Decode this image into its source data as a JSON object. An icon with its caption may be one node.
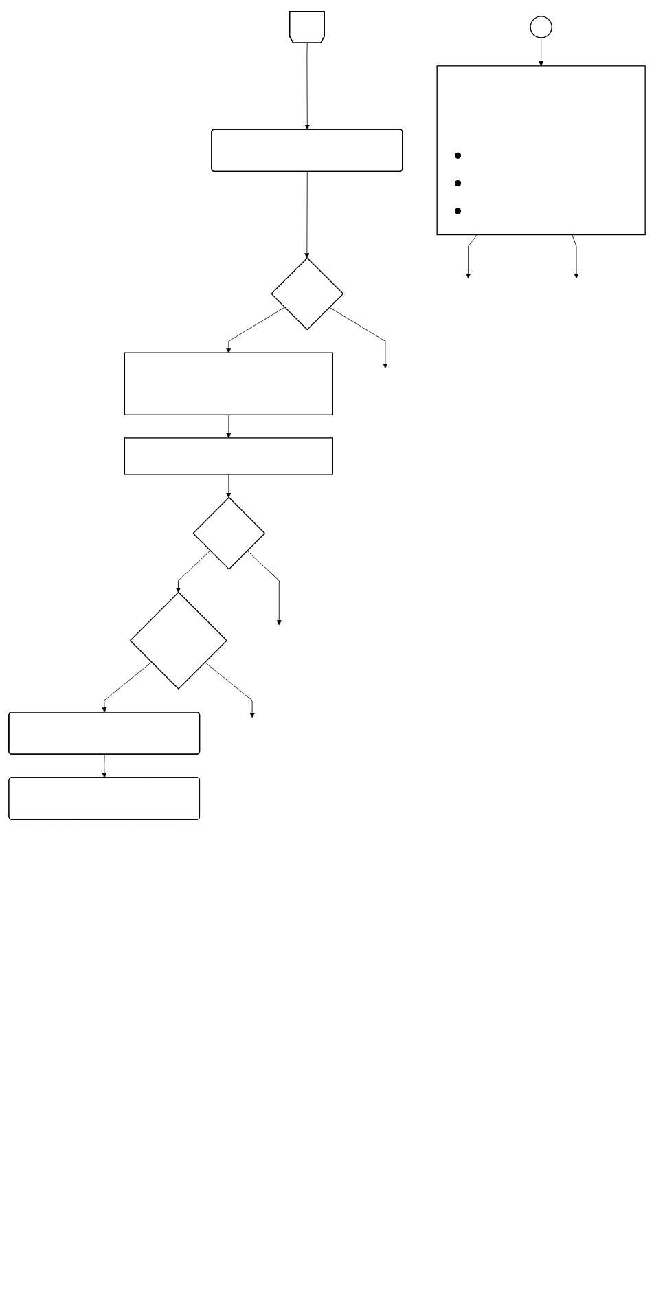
{
  "diagram": {
    "nodes": [
      {
        "text": [],
        "shape": "circle"
      },
      {
        "text": [],
        "shape": "box"
      },
      {
        "text": [],
        "shape": "pentagon"
      },
      {
        "text": [],
        "shape": "rounded"
      },
      {
        "text": [],
        "shape": "diamond"
      },
      {
        "text": [],
        "shape": "box"
      },
      {
        "text": [],
        "shape": "box"
      },
      {
        "text": [],
        "shape": "diamond"
      },
      {
        "text": [],
        "shape": "diamond"
      },
      {
        "text": [],
        "shape": "rounded"
      },
      {
        "text": [],
        "shape": "rounded"
      }
    ],
    "edges": [
      {
        "from": 0,
        "to": 1,
        "arrow": "to"
      },
      {
        "from": 1,
        "to": null,
        "arrow": "to"
      },
      {
        "from": 1,
        "to": null,
        "arrow": "to"
      },
      {
        "from": 2,
        "to": 3,
        "arrow": "to"
      },
      {
        "from": 3,
        "to": 4,
        "arrow": "to"
      },
      {
        "from": 4,
        "to": null,
        "arrow": "to"
      },
      {
        "from": 4,
        "to": 5,
        "arrow": "to"
      },
      {
        "from": 5,
        "to": 6,
        "arrow": "to"
      },
      {
        "from": 6,
        "to": 7,
        "arrow": "to"
      },
      {
        "from": 7,
        "to": null,
        "arrow": "to"
      },
      {
        "from": 7,
        "to": 8,
        "arrow": "to"
      },
      {
        "from": 8,
        "to": null,
        "arrow": "to"
      },
      {
        "from": 8,
        "to": 9,
        "arrow": "to"
      },
      {
        "from": 9,
        "to": 10,
        "arrow": "to"
      }
    ]
  }
}
